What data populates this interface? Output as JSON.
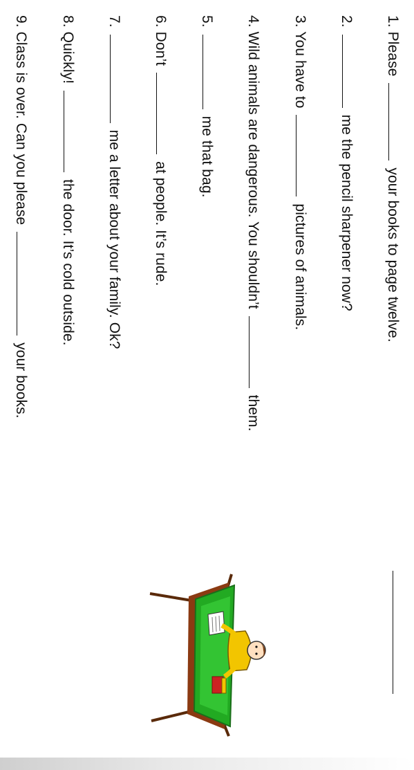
{
  "worksheet": {
    "items": [
      {
        "num": "1.",
        "before": "Please",
        "after": "your books to page twelve."
      },
      {
        "num": "2.",
        "before": "",
        "after": "me the pencil sharpener now?"
      },
      {
        "num": "3.",
        "before": "You have to",
        "after": "pictures of animals."
      },
      {
        "num": "4.",
        "before": "Wild animals are dangerous. You shouldn’t",
        "after": "them."
      },
      {
        "num": "5.",
        "before": "",
        "after": "me that bag."
      },
      {
        "num": "6.",
        "before": "Don’t",
        "after": "at people. It’s rude."
      },
      {
        "num": "7.",
        "before": "",
        "after": "me a letter about your family. Ok?"
      },
      {
        "num": "8.",
        "before": "Quickly!",
        "after": "the door. It’s cold outside."
      },
      {
        "num": "9.",
        "before": "Class is over. Can you please",
        "after": "your books."
      }
    ]
  },
  "illustration": {
    "icon": "student-at-desk-icon",
    "colors": {
      "desk_top": "#22aa22",
      "desk_edge": "#8b3a12",
      "shirt": "#f2c500",
      "hair": "#7a3b12",
      "books": "#cc2222"
    }
  }
}
